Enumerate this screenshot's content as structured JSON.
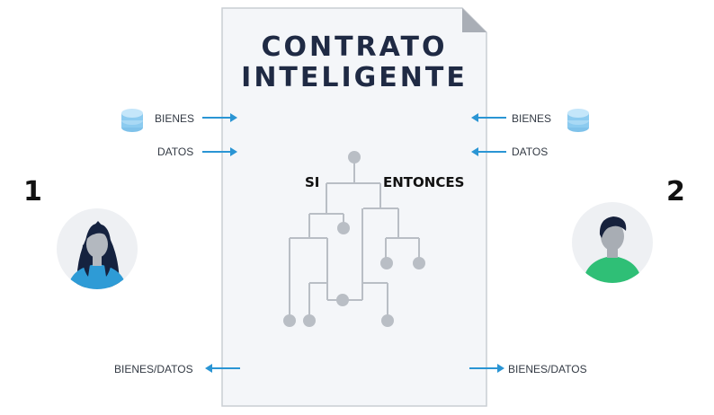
{
  "title_line1": "CONTRATO",
  "title_line2": "INTELIGENTE",
  "party_left": {
    "number": "1",
    "inputs": [
      "BIENES",
      "DATOS"
    ],
    "output": "BIENES/DATOS"
  },
  "party_right": {
    "number": "2",
    "inputs": [
      "BIENES",
      "DATOS"
    ],
    "output": "BIENES/DATOS"
  },
  "logic": {
    "if": "SI",
    "then": "ENTONCES"
  },
  "colors": {
    "arrow": "#2a95d4",
    "coin": "#8ccbf0",
    "tree": "#b9bec5",
    "paper": "#f4f6f9",
    "title": "#1f2a44"
  },
  "icons": [
    "coin-stack-icon",
    "woman-avatar-icon",
    "man-avatar-icon",
    "decision-tree-icon"
  ]
}
